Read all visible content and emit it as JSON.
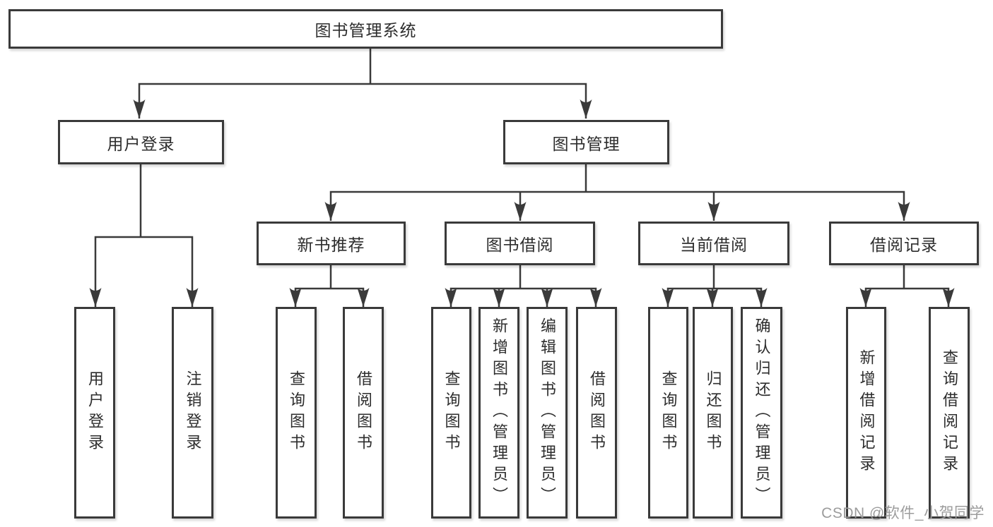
{
  "diagram": {
    "type": "hierarchy-tree",
    "title": "图书管理系统",
    "nodes": {
      "root": {
        "label": "图书管理系统"
      },
      "user_login": {
        "label": "用户登录"
      },
      "book_mgmt": {
        "label": "图书管理"
      },
      "new_book_rec": {
        "label": "新书推荐"
      },
      "book_borrow": {
        "label": "图书借阅"
      },
      "current_borrow": {
        "label": "当前借阅"
      },
      "borrow_record": {
        "label": "借阅记录"
      },
      "leaf_user_login": {
        "label": "用户登录"
      },
      "leaf_logout": {
        "label": "注销登录"
      },
      "leaf_query_book_rec": {
        "label": "查询图书"
      },
      "leaf_borrow_book_rec": {
        "label": "借阅图书"
      },
      "leaf_query_book_bor": {
        "label": "查询图书"
      },
      "leaf_add_book": {
        "label": "新增图书（管理员）"
      },
      "leaf_edit_book": {
        "label": "编辑图书（管理员）"
      },
      "leaf_borrow_book": {
        "label": "借阅图书"
      },
      "leaf_query_current": {
        "label": "查询图书"
      },
      "leaf_return_book": {
        "label": "归还图书"
      },
      "leaf_confirm_return": {
        "label": "确认归还（管理员）"
      },
      "leaf_add_record": {
        "label": "新增借阅记录"
      },
      "leaf_query_record": {
        "label": "查询借阅记录"
      }
    },
    "hierarchy": {
      "root": [
        "user_login",
        "book_mgmt"
      ],
      "user_login": [
        "leaf_user_login",
        "leaf_logout"
      ],
      "book_mgmt": [
        "new_book_rec",
        "book_borrow",
        "current_borrow",
        "borrow_record"
      ],
      "new_book_rec": [
        "leaf_query_book_rec",
        "leaf_borrow_book_rec"
      ],
      "book_borrow": [
        "leaf_query_book_bor",
        "leaf_add_book",
        "leaf_edit_book",
        "leaf_borrow_book"
      ],
      "current_borrow": [
        "leaf_query_current",
        "leaf_return_book",
        "leaf_confirm_return"
      ],
      "borrow_record": [
        "leaf_add_record",
        "leaf_query_record"
      ]
    },
    "colors": {
      "background": "#ffffff",
      "box_fill": "#ffffff",
      "box_border": "#3a3a3a",
      "line": "#3a3a3a",
      "text": "#2d2d2d",
      "watermark": "#9c9c9c"
    }
  },
  "watermark": {
    "text": "CSDN @软件_小贺同学"
  }
}
